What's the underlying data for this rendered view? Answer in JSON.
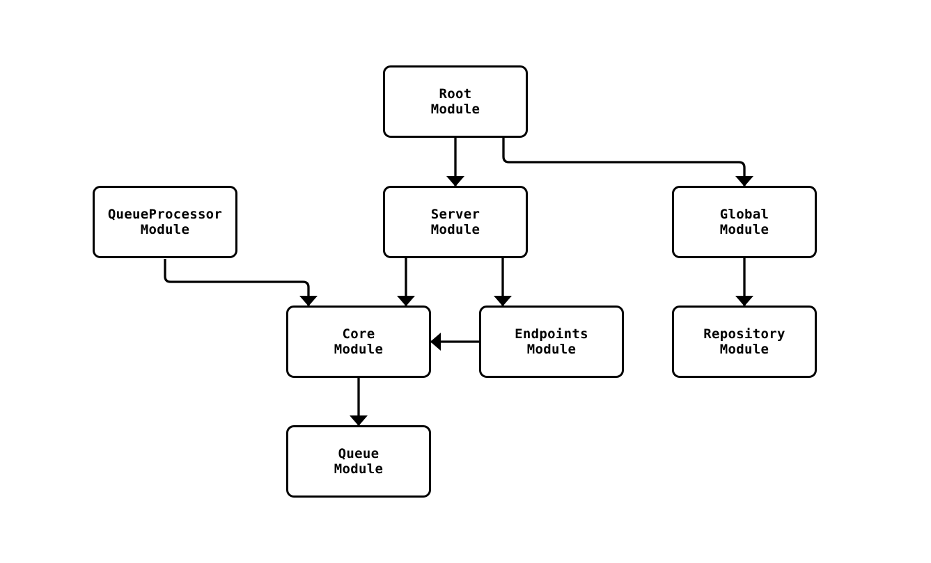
{
  "diagram": {
    "type": "module-dependency-graph",
    "background_color": "#ffffff",
    "node_fill": "#ffffff",
    "node_border_color": "#000000",
    "edge_color": "#000000",
    "text_color": "#000000",
    "nodes": [
      {
        "id": "root",
        "label": "Root\nModule"
      },
      {
        "id": "queueprocessor",
        "label": "QueueProcessor\nModule"
      },
      {
        "id": "server",
        "label": "Server\nModule"
      },
      {
        "id": "global",
        "label": "Global\nModule"
      },
      {
        "id": "core",
        "label": "Core\nModule"
      },
      {
        "id": "endpoints",
        "label": "Endpoints\nModule"
      },
      {
        "id": "repository",
        "label": "Repository\nModule"
      },
      {
        "id": "queue",
        "label": "Queue\nModule"
      }
    ],
    "edges": [
      {
        "from": "root",
        "to": "server"
      },
      {
        "from": "root",
        "to": "global"
      },
      {
        "from": "queueprocessor",
        "to": "core"
      },
      {
        "from": "server",
        "to": "core"
      },
      {
        "from": "server",
        "to": "endpoints"
      },
      {
        "from": "endpoints",
        "to": "core"
      },
      {
        "from": "global",
        "to": "repository"
      },
      {
        "from": "core",
        "to": "queue"
      }
    ]
  }
}
